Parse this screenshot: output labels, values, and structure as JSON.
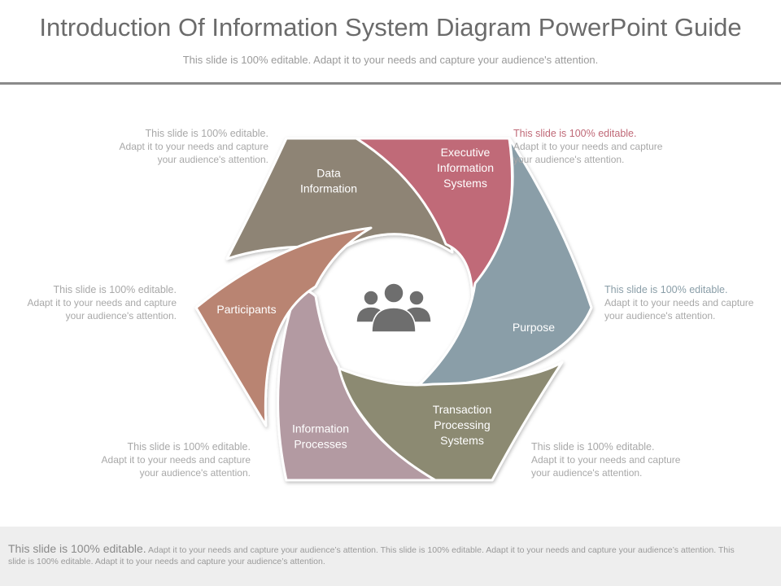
{
  "header": {
    "title": "Introduction Of Information System Diagram PowerPoint Guide",
    "subtitle": "This slide is 100% editable. Adapt it to your needs and capture your audience's attention."
  },
  "colors": {
    "data_information": "#8e8475",
    "executive": "#c06a78",
    "purpose": "#8a9ea8",
    "transaction": "#8c8a72",
    "processes": "#b39aa2",
    "participants": "#b98472",
    "center_icon": "#6e6e6e"
  },
  "diagram": {
    "center_icon": "people-group-icon",
    "segments": [
      {
        "label_lines": [
          "Data",
          "Information"
        ]
      },
      {
        "label_lines": [
          "Executive",
          "Information",
          "Systems"
        ]
      },
      {
        "label_lines": [
          "Purpose"
        ]
      },
      {
        "label_lines": [
          "Transaction",
          "Processing",
          "Systems"
        ]
      },
      {
        "label_lines": [
          "Information",
          "Processes"
        ]
      },
      {
        "label_lines": [
          "Participants"
        ]
      }
    ]
  },
  "notes": [
    {
      "head": "This slide is 100% editable.",
      "body": "Adapt it to your needs and capture your audience's attention.",
      "head_color": "#a8a8a8"
    },
    {
      "head": "This slide is 100% editable.",
      "body": "Adapt it to your needs and capture your audience's attention.",
      "head_color": "#c06a78"
    },
    {
      "head": "This slide is 100% editable.",
      "body": "Adapt it to your needs and capture your audience's attention.",
      "head_color": "#a8a8a8"
    },
    {
      "head": "This slide is 100% editable.",
      "body": "Adapt it to your needs and capture your audience's attention.",
      "head_color": "#8a9ea8"
    },
    {
      "head": "This slide is 100% editable.",
      "body": "Adapt it to your needs and capture your audience's attention.",
      "head_color": "#a8a8a8"
    },
    {
      "head": "This slide is 100% editable.",
      "body": "Adapt it to your needs and capture your audience's attention.",
      "head_color": "#a8a8a8"
    }
  ],
  "footer": {
    "lead": "This slide is 100% editable.",
    "body": "Adapt it to your needs and capture your audience’s attention. This slide is 100% editable. Adapt it to your needs and capture your audience’s attention. This slide is 100% editable. Adapt it to your needs and capture your audience’s attention."
  }
}
